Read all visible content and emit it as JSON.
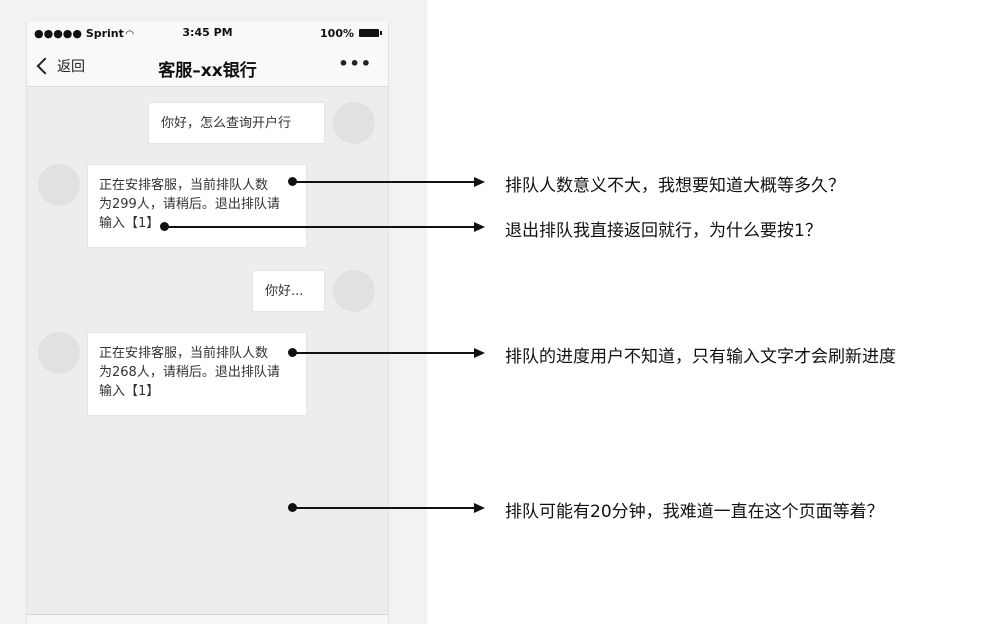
{
  "status_bar": {
    "carrier": "●●●●● Sprint",
    "time": "3:45 PM",
    "battery": "100%"
  },
  "nav": {
    "back_label": "返回",
    "title": "客服–xx银行",
    "more": "•••"
  },
  "messages": [
    {
      "side": "right",
      "text": "你好，怎么查询开户行"
    },
    {
      "side": "left",
      "lines": [
        "正在安排客服，当前排队人数",
        "为299人，请稍后。退出排队请",
        "输入【1】"
      ]
    },
    {
      "side": "right",
      "text": "你好..."
    },
    {
      "side": "left",
      "lines": [
        "正在安排客服，当前排队人数",
        "为268人，请稍后。退出排队请",
        "输入【1】"
      ]
    }
  ],
  "annotations": [
    "排队人数意义不大，我想要知道大概等多久？",
    "退出排队我直接返回就行，为什么要按1？",
    "排队的进度用户不知道，只有输入文字才会刷新进度",
    "排队可能有20分钟，我难道一直在这个页面等着？"
  ]
}
